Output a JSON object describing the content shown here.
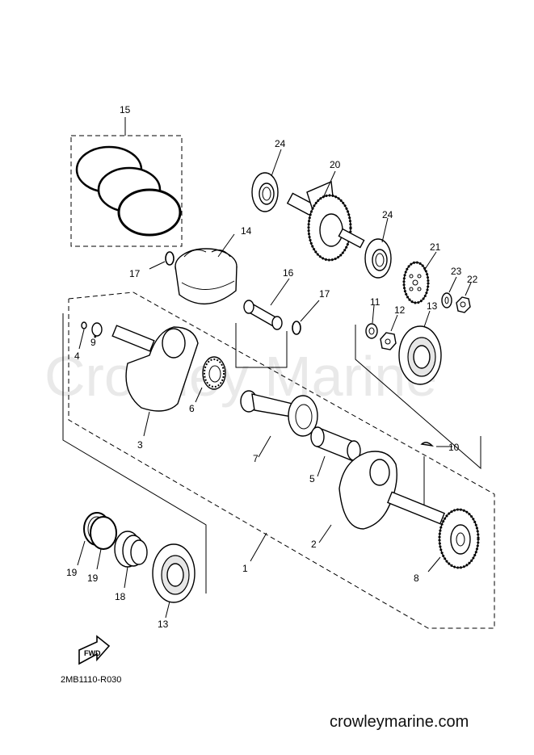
{
  "watermark": "Crowley Marine",
  "diagram_code": "2MB1110-R030",
  "website": "crowleymarine.com",
  "fwd_label": "FWD",
  "callouts": {
    "c1": "1",
    "c2": "2",
    "c3": "3",
    "c4": "4",
    "c5": "5",
    "c6": "6",
    "c7": "7",
    "c8": "8",
    "c9": "9",
    "c10": "10",
    "c11": "11",
    "c12": "12",
    "c13a": "13",
    "c13b": "13",
    "c14": "14",
    "c15": "15",
    "c16": "16",
    "c17a": "17",
    "c17b": "17",
    "c18": "18",
    "c19a": "19",
    "c19b": "19",
    "c20": "20",
    "c21": "21",
    "c22": "22",
    "c23": "23",
    "c24a": "24",
    "c24b": "24"
  }
}
